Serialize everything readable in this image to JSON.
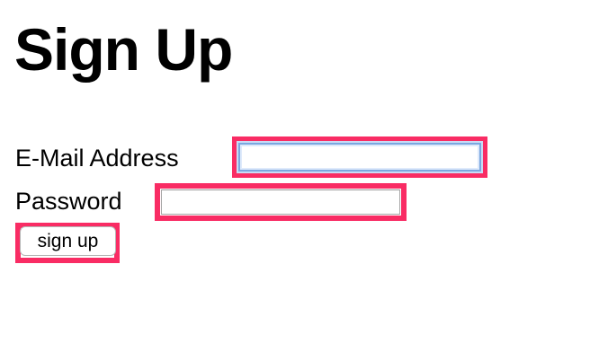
{
  "page": {
    "title": "Sign Up",
    "background_color": "#ffffff",
    "highlight_color": "#f92c64",
    "focus_ring_color": "#7ba7e0"
  },
  "form": {
    "fields": [
      {
        "label": "E-Mail Address",
        "type": "email",
        "value": "",
        "placeholder": "",
        "focused": true,
        "highlighted": true
      },
      {
        "label": "Password",
        "type": "password",
        "value": "",
        "placeholder": "",
        "focused": false,
        "highlighted": true
      }
    ],
    "submit": {
      "label": "sign up",
      "highlighted": true
    }
  }
}
